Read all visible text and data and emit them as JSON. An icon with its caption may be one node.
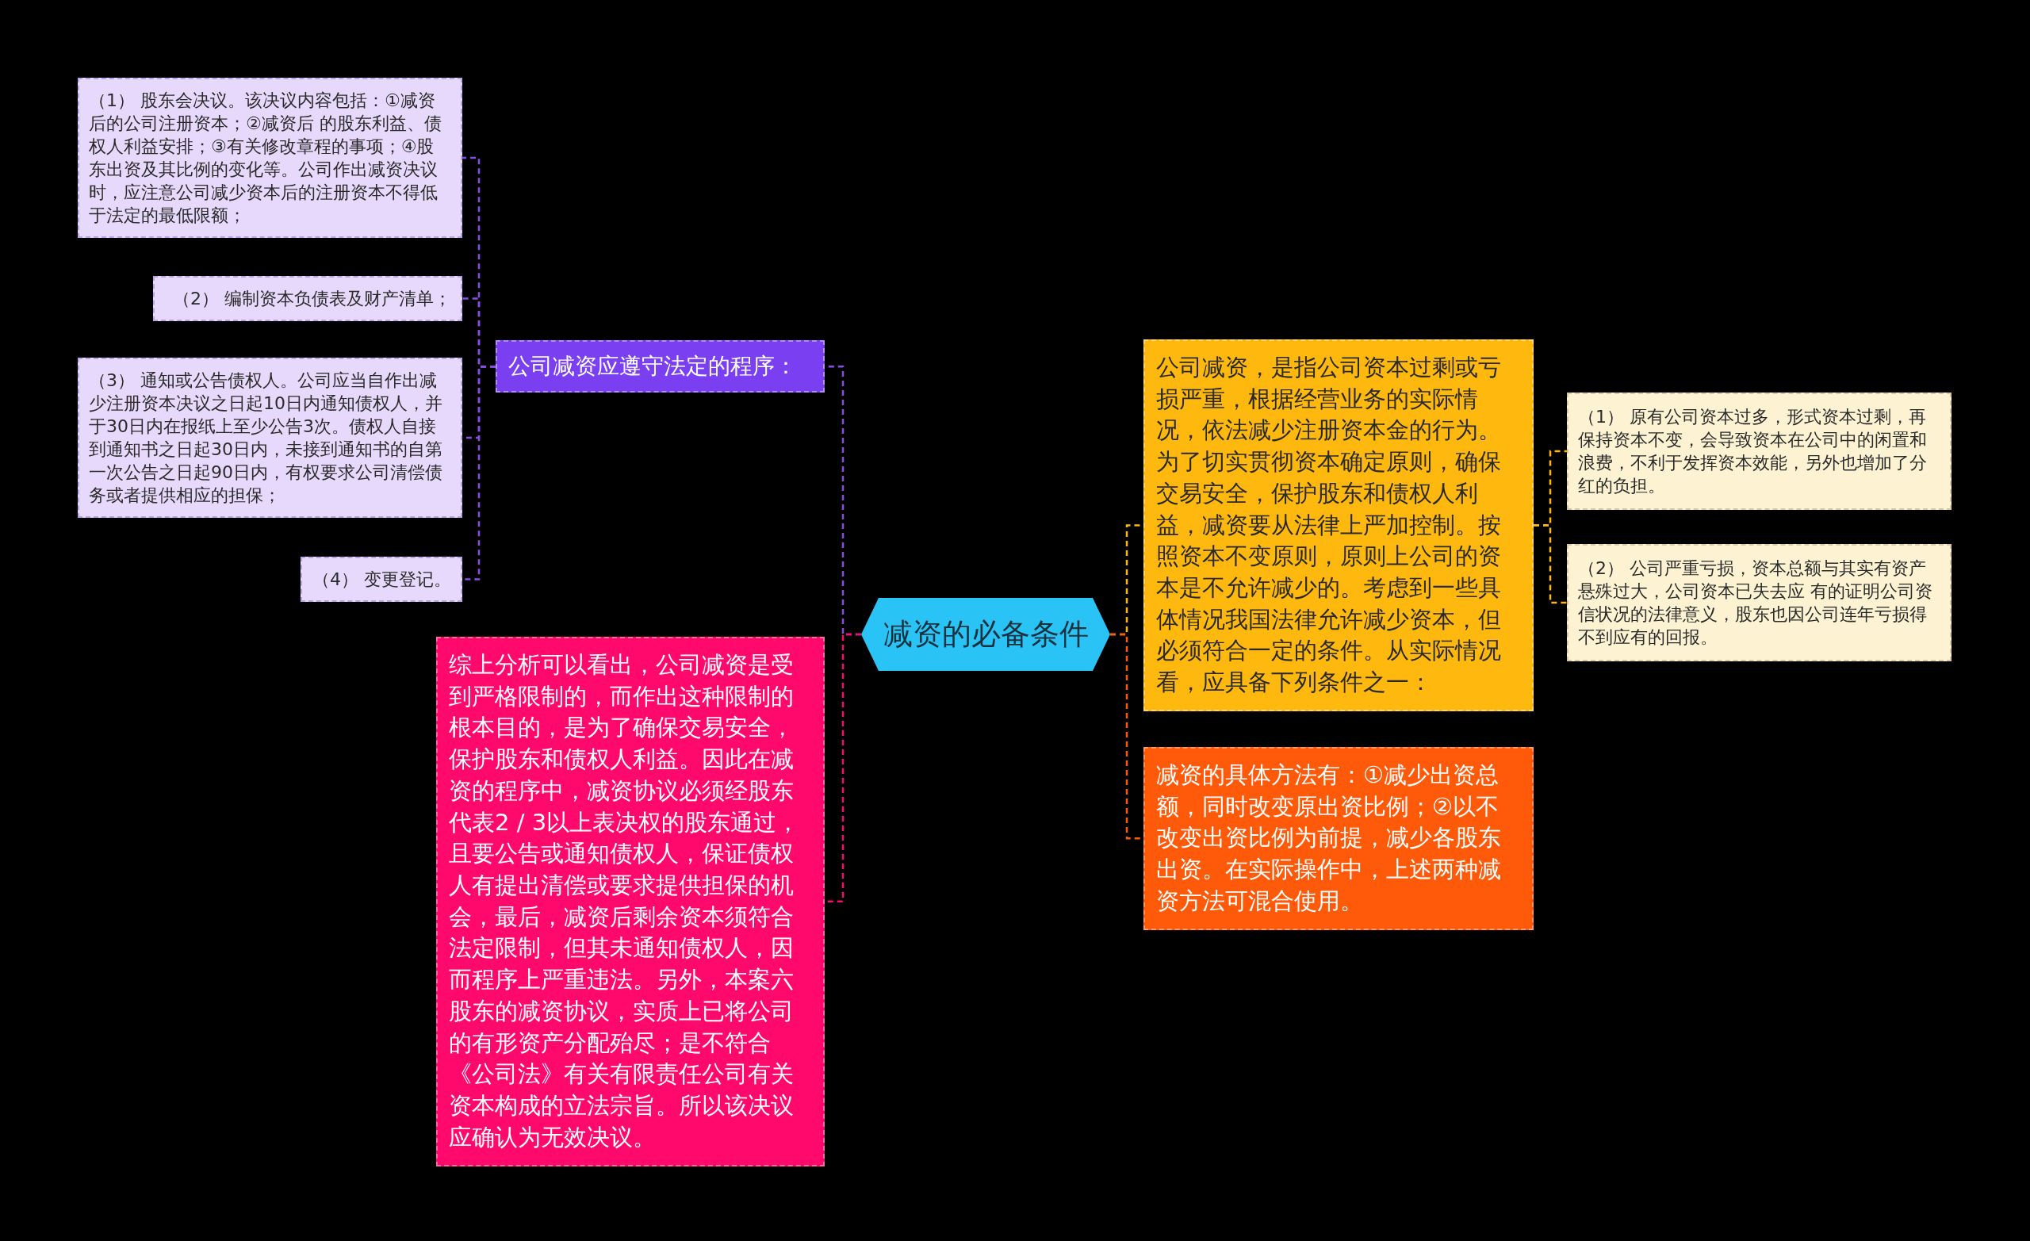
{
  "diagram": {
    "nodes": [
      {
        "text": [
          "减资的必备条件"
        ]
      },
      {
        "text": [
          "公司减资应遵守法定的程序："
        ]
      },
      {
        "text": [
          "（1） 股东会决议。该决议内容包括：①减资后的公司注册资本；②减资后 的股东利益、债权人利益安排；③有关修改章程的事项；④股东出资及其比例的变化等。公司作出减资决议时，应注意公司减少资本后的注册资本不得低于法定的最低限额；"
        ]
      },
      {
        "text": [
          "（2） 编制资本负债表及财产清单；"
        ]
      },
      {
        "text": [
          "（3） 通知或公告债权人。公司应当自作出减少注册资本决议之日起10日内通知债权人，并于30日内在报纸上至少公告3次。债权人自接到通知书之日起30日内，未接到通知书的自第一次公告之日起90日内，有权要求公司清偿债务或者提供相应的担保；"
        ]
      },
      {
        "text": [
          "（4） 变更登记。"
        ]
      },
      {
        "text": [
          "综上分析可以看出，公司减资是受到严格限制的，而作出这种限制的根本目的，是为了确保交易安全，保护股东和债权人利益。因此在减资的程序中，减资协议必须经股东代表2 / 3以上表决权的股东通过，且要公告或通知债权人，保证债权人有提出清偿或要求提供担保的机会，最后，减资后剩余资本须符合法定限制，但其未通知债权人，因而程序上严重违法。另外，本案六股东的减资协议，实质上已将公司的有形资产分配殆尽；是不符合《公司法》有关有限责任公司有关资本构成的立法宗旨。所以该决议应确认为无效决议。"
        ]
      },
      {
        "text": [
          "公司减资，是指公司资本过剩或亏损严重，根据经营业务的实际情况，依法减少注册资本金的行为。为了切实贯彻资本确定原则，确保交易安全，保护股东和债权人利益，减资要从法律上严加控制。按照资本不变原则，原则上公司的资本是不允许减少的。考虑到一些具体情况我国法律允许减少资本，但必须符合一定的条件。从实际情况看，应具备下列条件之一："
        ]
      },
      {
        "text": [
          "（1） 原有公司资本过多，形式资本过剩，再保持资本不变，会导致资本在公司中的闲置和浪费，不利于发挥资本效能，另外也增加了分红的负担。"
        ]
      },
      {
        "text": [
          "（2） 公司严重亏损，资本总额与其实有资产悬殊过大，公司资本已失去应 有的证明公司资信状况的法律意义，股东也因公司连年亏损得不到应有的回报。"
        ]
      },
      {
        "text": [
          "减资的具体方法有：①减少出资总额，同时改变原出资比例；②以不改变出资比例为前提，减少各股东出资。在实际操作中，上述两种减资方法可混合使用。"
        ]
      }
    ],
    "edges": [
      {
        "from": 0,
        "to": 1,
        "arrow": "none",
        "style": "dashed"
      },
      {
        "from": 0,
        "to": 6,
        "arrow": "none",
        "style": "dashed",
        "color": "#ff0a6c"
      },
      {
        "from": 1,
        "to": 2,
        "arrow": "none",
        "style": "dashed"
      },
      {
        "from": 1,
        "to": 3,
        "arrow": "none",
        "style": "dashed"
      },
      {
        "from": 1,
        "to": 4,
        "arrow": "none",
        "style": "dashed"
      },
      {
        "from": 1,
        "to": 5,
        "arrow": "none",
        "style": "dashed"
      },
      {
        "from": 0,
        "to": 7,
        "arrow": "none",
        "style": "dashed",
        "color": "#ffb80d"
      },
      {
        "from": 0,
        "to": 10,
        "arrow": "none",
        "style": "dashed",
        "color": "#ff5a0a"
      },
      {
        "from": 7,
        "to": 8,
        "arrow": "none",
        "style": "dashed",
        "color": "#ffb80d"
      },
      {
        "from": 7,
        "to": 9,
        "arrow": "none",
        "style": "dashed",
        "color": "#ffb80d"
      }
    ]
  }
}
